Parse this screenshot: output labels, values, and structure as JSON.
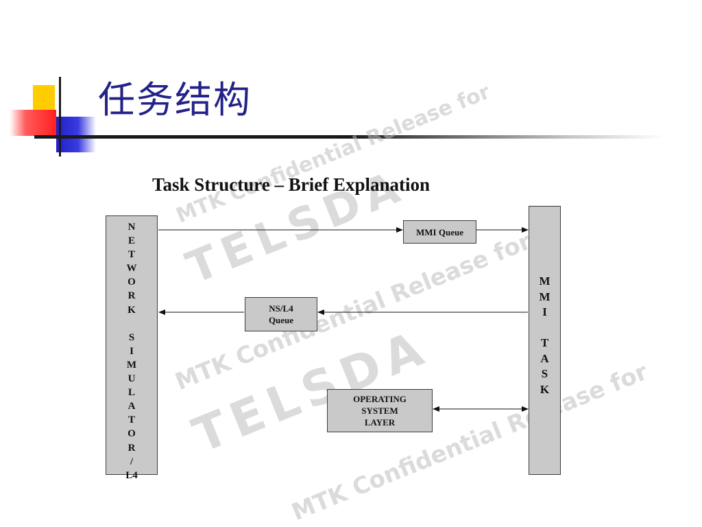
{
  "slide": {
    "title": "任务结构"
  },
  "diagram": {
    "title": "Task Structure – Brief Explanation",
    "network_simulator_letters": [
      "N",
      "E",
      "T",
      "W",
      "O",
      "R",
      "K",
      " ",
      "S",
      "I",
      "M",
      "U",
      "L",
      "A",
      "T",
      "O",
      "R",
      "/",
      "L4"
    ],
    "mmi_task_letters": [
      "M",
      "M",
      "I",
      " ",
      "T",
      "A",
      "S",
      "K"
    ],
    "mmi_queue_label": "MMI Queue",
    "ns_l4_queue_label_line1": "NS/L4",
    "ns_l4_queue_label_line2": "Queue",
    "os_layer_line1": "OPERATING",
    "os_layer_line2": "SYSTEM",
    "os_layer_line3": "LAYER"
  },
  "watermark": {
    "text_1": "MTK Confidential Release for",
    "text_2": "TELSDA"
  },
  "colors": {
    "title": "#222288",
    "box_fill": "#c9c9c9",
    "accent_yellow": "#ffcc00",
    "accent_red": "#ff2020",
    "accent_blue": "#2020c8"
  }
}
